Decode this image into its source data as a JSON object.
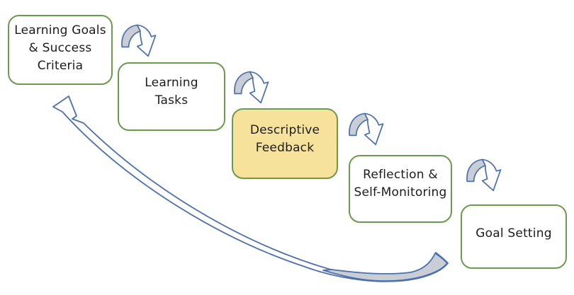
{
  "diagram": {
    "type": "process-cycle",
    "boxes": [
      {
        "id": "learning-goals",
        "label": "Learning Goals & Success Criteria",
        "lines": [
          "Learning Goals",
          "& Success",
          "Criteria"
        ],
        "highlighted": false
      },
      {
        "id": "learning-tasks",
        "label": "Learning Tasks",
        "lines": [
          "Learning",
          "Tasks"
        ],
        "highlighted": false
      },
      {
        "id": "descriptive-feedback",
        "label": "Descriptive Feedback",
        "lines": [
          "Descriptive",
          "Feedback"
        ],
        "highlighted": true
      },
      {
        "id": "reflection-self-monitoring",
        "label": "Reflection & Self-Monitoring",
        "lines": [
          "Reflection &",
          "Self-Monitoring"
        ],
        "highlighted": false
      },
      {
        "id": "goal-setting",
        "label": "Goal Setting",
        "lines": [
          "Goal Setting"
        ],
        "highlighted": false
      }
    ],
    "connectors": {
      "step_arrows": [
        {
          "from": "learning-goals",
          "to": "learning-tasks",
          "style": "curved-down-right"
        },
        {
          "from": "learning-tasks",
          "to": "descriptive-feedback",
          "style": "curved-down-right"
        },
        {
          "from": "descriptive-feedback",
          "to": "reflection-self-monitoring",
          "style": "curved-down-right"
        },
        {
          "from": "reflection-self-monitoring",
          "to": "goal-setting",
          "style": "curved-down-right"
        }
      ],
      "return_arrow": {
        "from": "goal-setting",
        "to": "learning-goals",
        "style": "long-sweep-up-left"
      }
    },
    "colors": {
      "background": "#FFFFFF",
      "box_border": "#6B9A4C",
      "box_fill": "#FFFFFF",
      "highlight_fill": "#F6E29A",
      "arrow_outline": "#4B70AC",
      "arrow_gray_fill": "#C9CDD6",
      "text": "#1C1C1C"
    }
  }
}
